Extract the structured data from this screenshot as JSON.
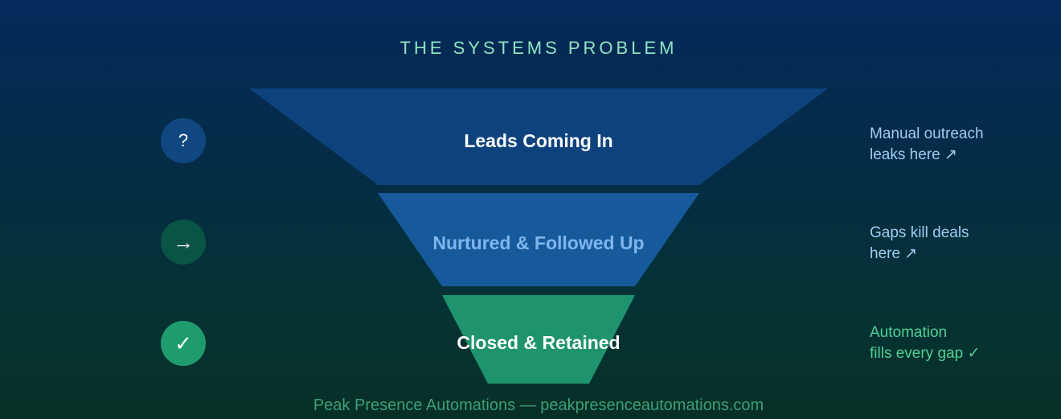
{
  "title": "THE SYSTEMS PROBLEM",
  "stages": [
    {
      "label": "Leads Coming In",
      "icon": "?",
      "icon_name": "question-icon",
      "note_line1": "Manual outreach",
      "note_line2": "leaks here ↗",
      "fill": "#0e427c",
      "label_color": "#ffffff",
      "icon_bg": "#104780",
      "note_color": "#9fcdf0"
    },
    {
      "label": "Nurtured & Followed Up",
      "icon": "→",
      "icon_name": "arrow-right-icon",
      "note_line1": "Gaps kill deals",
      "note_line2": "here ↗",
      "fill": "#175a9c",
      "label_color": "#7fb6ec",
      "icon_bg": "#0a5446",
      "note_color": "#9fcdf0"
    },
    {
      "label": "Closed & Retained",
      "icon": "✓",
      "icon_name": "checkmark-icon",
      "note_line1": "Automation",
      "note_line2": "fills every gap ✓",
      "fill": "#1e936d",
      "label_color": "#ffffff",
      "icon_bg": "#1f9c6e",
      "note_color": "#4fcf94"
    }
  ],
  "footer": "Peak Presence Automations — peakpresenceautomations.com"
}
